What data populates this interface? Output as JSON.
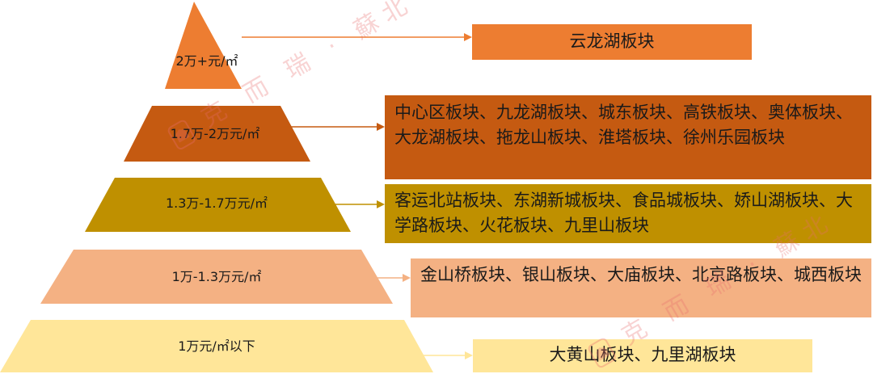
{
  "tiers": [
    {
      "price": "2万+元/㎡",
      "areas": "云龙湖板块",
      "color": "#ED7D31"
    },
    {
      "price": "1.7万-2万元/㎡",
      "areas": "中心区板块、九龙湖板块、城东板块、高铁板块、奥体板块、大龙湖板块、拖龙山板块、淮塔板块、徐州乐园板块",
      "color": "#C55A11"
    },
    {
      "price": "1.3万-1.7万元/㎡",
      "areas": "客运北站板块、东湖新城板块、食品城板块、娇山湖板块、大学路板块、火花板块、九里山板块",
      "color": "#BF9000"
    },
    {
      "price": "1万-1.3万元/㎡",
      "areas": "金山桥板块、银山板块、大庙板块、北京路板块、城西板块",
      "color": "#F4B183"
    },
    {
      "price": "1万元/㎡以下",
      "areas": "大黄山板块、九里湖板块",
      "color": "#FFE699"
    }
  ],
  "watermark": {
    "seal": "克而瑞",
    "text": "克 而 瑞 · 蘇北"
  }
}
